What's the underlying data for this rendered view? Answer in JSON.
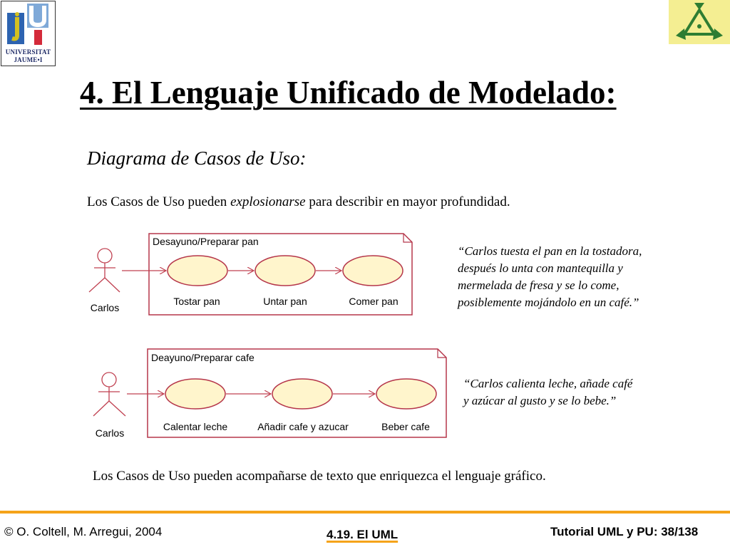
{
  "header": {
    "logo_left_text_line1": "UNIVERSITAT",
    "logo_left_text_line2": "JAUME•I"
  },
  "slide": {
    "title": "4. El Lenguaje Unificado de Modelado:",
    "subtitle": "Diagrama de Casos de Uso:",
    "intro_before": "Los Casos de Uso pueden ",
    "intro_italic": "explosionarse",
    "intro_after": " para describir en mayor profundidad.",
    "closing": "Los Casos de Uso pueden acompañarse de texto que enriquezca el lenguaje gráfico."
  },
  "diagram1": {
    "package": "Desayuno/Preparar pan",
    "actor": "Carlos",
    "use_cases": [
      "Tostar pan",
      "Untar pan",
      "Comer pan"
    ],
    "quote_lines": [
      "“Carlos tuesta el pan en la tostadora,",
      "después lo unta con mantequilla y",
      "mermelada de fresa y se lo come,",
      "posiblemente mojándolo en un café.”"
    ]
  },
  "diagram2": {
    "package": "Deayuno/Preparar cafe",
    "actor": "Carlos",
    "use_cases": [
      "Calentar leche",
      "Añadir cafe y azucar",
      "Beber cafe"
    ],
    "quote_lines": [
      "“Carlos calienta leche, añade café",
      "y azúcar al gusto y se lo bebe.”"
    ]
  },
  "footer": {
    "left": "© O. Coltell, M. Arregui, 2004",
    "center": "4.19. El UML",
    "right": "Tutorial UML y PU: 38/138"
  },
  "colors": {
    "package_border": "#b5364a",
    "use_case_fill": "#fff5cc",
    "footer_line": "#f5a31a",
    "logo_bg": "#f4ee92"
  }
}
